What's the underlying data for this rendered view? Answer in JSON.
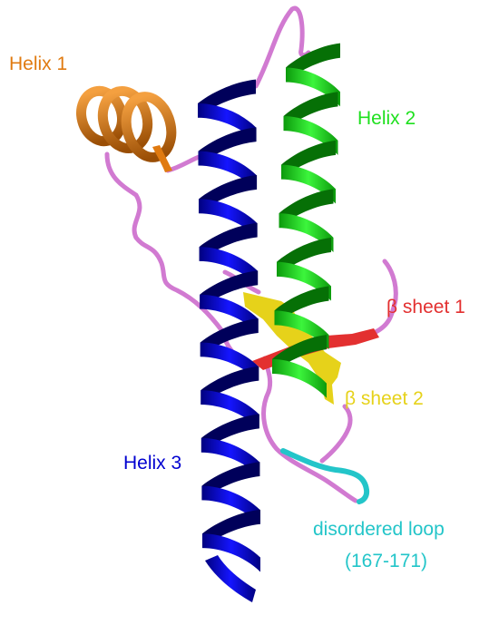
{
  "labels": {
    "helix1": "Helix 1",
    "helix2": "Helix 2",
    "helix3": "Helix 3",
    "sheet1": "β sheet 1",
    "sheet2": "β sheet 2",
    "loop": "disordered loop",
    "loop_range": "(167-171)"
  },
  "colors": {
    "helix1": "#e07a10",
    "helix2": "#1ee01e",
    "helix3": "#0000d0",
    "sheet1": "#e33030",
    "sheet2": "#e6d21a",
    "loop": "#23c5c9",
    "coil": "#d17ad1"
  }
}
